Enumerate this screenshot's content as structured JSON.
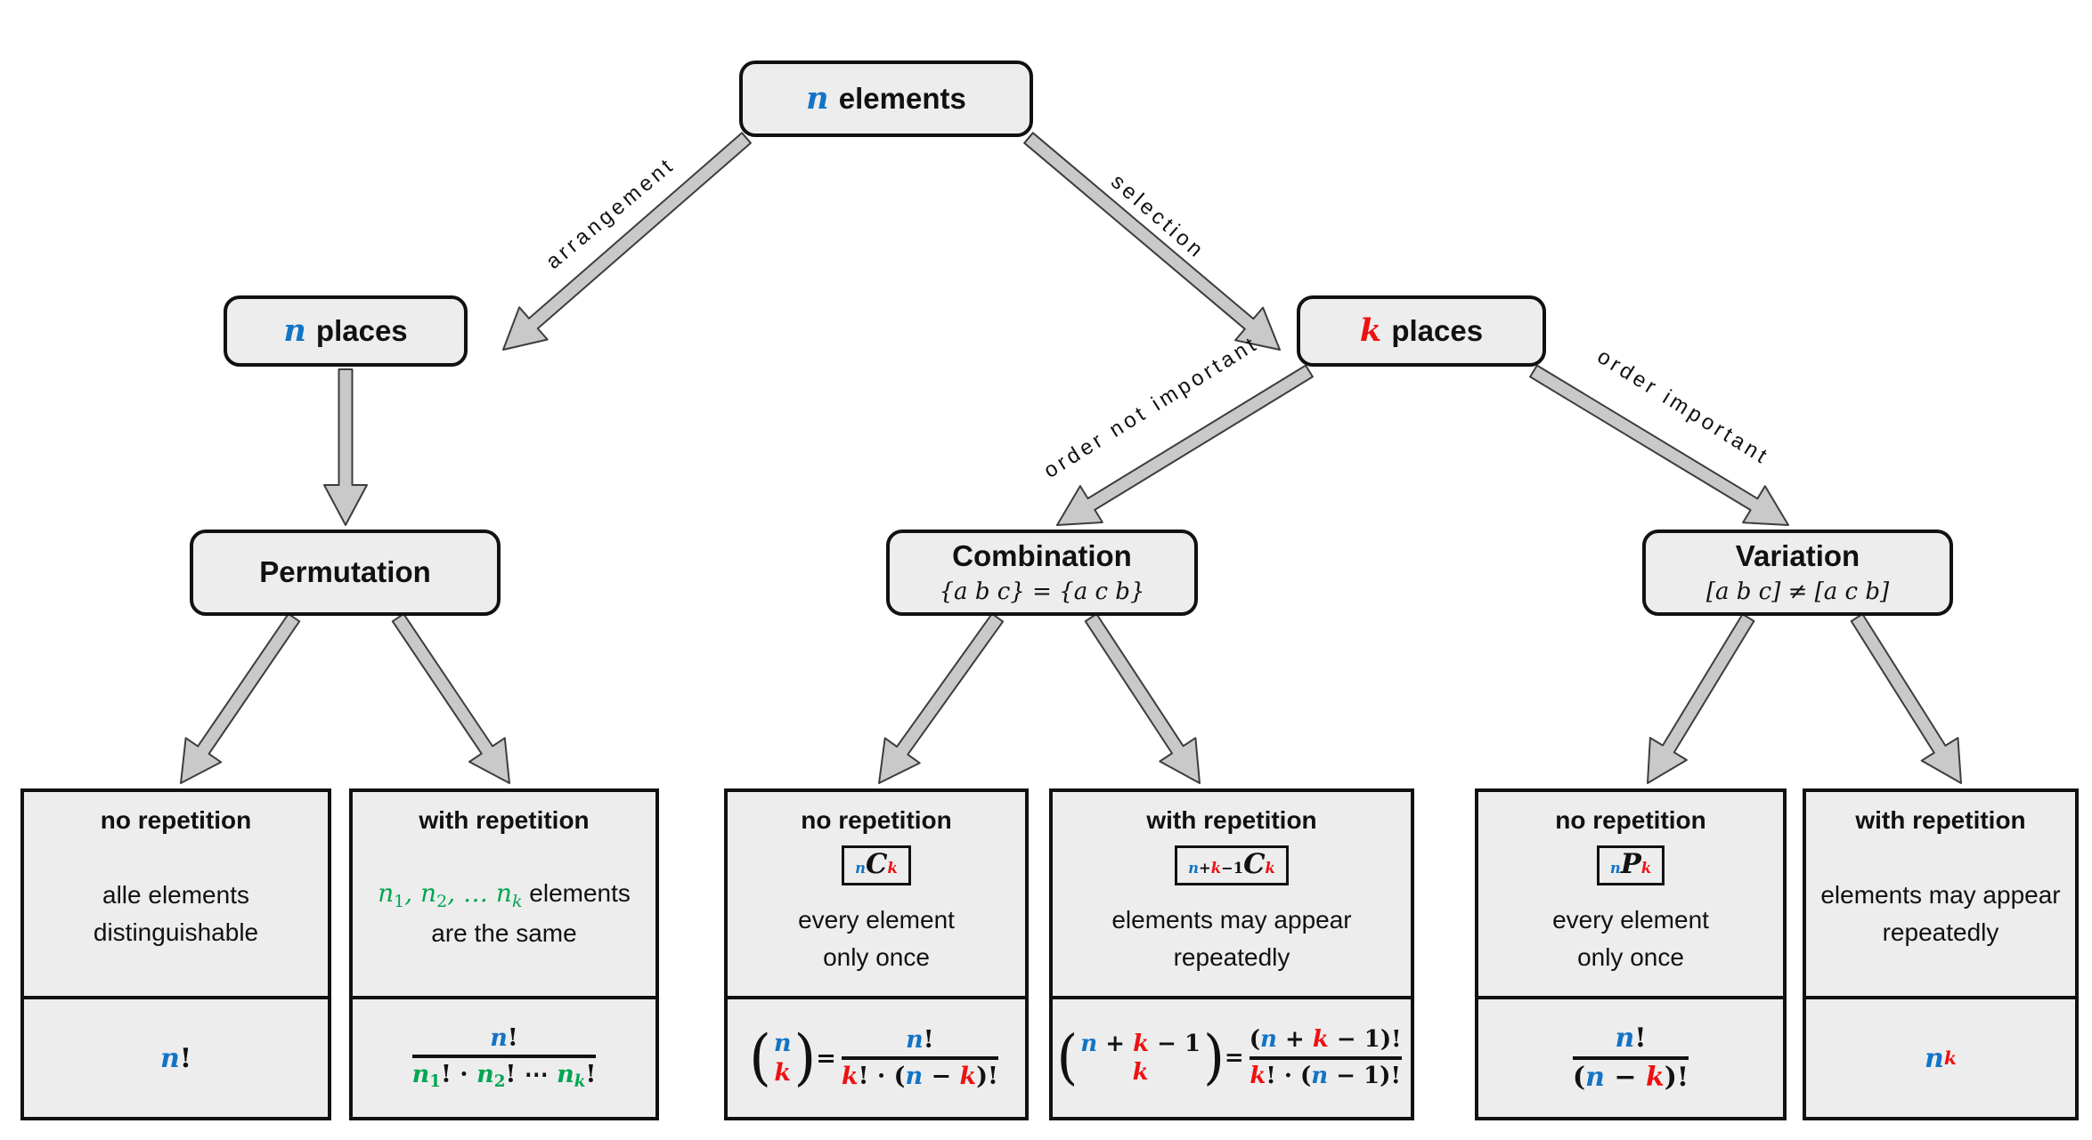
{
  "colors": {
    "blue": "#1274c6",
    "red": "#ee1111",
    "green": "#00a651",
    "box_fill": "#ededed",
    "box_border": "#111111",
    "arrow_fill": "#c9c9c9",
    "arrow_stroke": "#3d3d3d"
  },
  "nodes": {
    "n_elements": {
      "tokens": [
        {
          "s": "n",
          "m": 1,
          "c": "blue"
        },
        {
          "s": " elements"
        }
      ]
    },
    "n_places": {
      "tokens": [
        {
          "s": "n",
          "m": 1,
          "c": "blue"
        },
        {
          "s": " places"
        }
      ]
    },
    "k_places": {
      "tokens": [
        {
          "s": "k",
          "m": 1,
          "c": "red"
        },
        {
          "s": " places"
        }
      ]
    },
    "permutation": {
      "title": "Permutation"
    },
    "combination": {
      "title": "Combination",
      "subtitle": "{a b c} = {a c b}"
    },
    "variation": {
      "title": "Variation",
      "subtitle": "[a b c] ≠ [a c b]"
    }
  },
  "edge_labels": {
    "arrangement": "arrangement",
    "selection": "selection",
    "order_not_important": "order not important",
    "order_important": "order important"
  },
  "cards": [
    {
      "title": "no repetition",
      "desc": [
        [
          {
            "s": "alle elements"
          }
        ],
        [
          {
            "s": "distinguishable"
          }
        ]
      ],
      "formula": [
        {
          "s": "n",
          "m": 1,
          "c": "blue"
        },
        {
          "s": "!",
          "o": 1
        }
      ]
    },
    {
      "title": "with repetition",
      "desc": [
        [
          {
            "s": "n",
            "mn": 1,
            "c": "green"
          },
          {
            "t": "sub",
            "k": [
              {
                "s": "1",
                "mu": 1,
                "c": "green"
              }
            ]
          },
          {
            "s": ", ",
            "mn": 1,
            "c": "green"
          },
          {
            "s": "n",
            "mn": 1,
            "c": "green"
          },
          {
            "t": "sub",
            "k": [
              {
                "s": "2",
                "mu": 1,
                "c": "green"
              }
            ]
          },
          {
            "s": ", … ",
            "mn": 1,
            "c": "green"
          },
          {
            "s": "n",
            "mn": 1,
            "c": "green"
          },
          {
            "t": "sub",
            "k": [
              {
                "s": "k",
                "mn": 1,
                "c": "green"
              }
            ]
          },
          {
            "s": " elements"
          }
        ],
        [
          {
            "s": "are the same"
          }
        ]
      ],
      "formula": [
        {
          "t": "frac",
          "num": [
            {
              "s": "n",
              "m": 1,
              "c": "blue"
            },
            {
              "s": "!",
              "o": 1
            }
          ],
          "den": [
            {
              "s": "n",
              "m": 1,
              "c": "green"
            },
            {
              "t": "sub",
              "k": [
                {
                  "s": "1",
                  "o": 1,
                  "c": "green"
                }
              ]
            },
            {
              "s": "! · ",
              "o": 1
            },
            {
              "s": "n",
              "m": 1,
              "c": "green"
            },
            {
              "t": "sub",
              "k": [
                {
                  "s": "2",
                  "o": 1,
                  "c": "green"
                }
              ]
            },
            {
              "s": "! ⋯ ",
              "o": 1
            },
            {
              "s": "n",
              "m": 1,
              "c": "green"
            },
            {
              "t": "sub",
              "k": [
                {
                  "s": "k",
                  "m": 1,
                  "c": "green"
                }
              ]
            },
            {
              "s": "!",
              "o": 1
            }
          ]
        }
      ]
    },
    {
      "title": "no repetition",
      "badge": [
        {
          "t": "sub",
          "k": [
            {
              "s": "n",
              "m": 1,
              "c": "blue"
            }
          ]
        },
        {
          "s": "C",
          "m": 1,
          "cls": "tbig"
        },
        {
          "t": "sub",
          "k": [
            {
              "s": "k",
              "m": 1,
              "c": "red"
            }
          ]
        }
      ],
      "desc": [
        [
          {
            "s": "every element"
          }
        ],
        [
          {
            "s": "only once"
          }
        ]
      ],
      "formula": [
        {
          "t": "binom",
          "top": [
            {
              "s": "n",
              "m": 1,
              "c": "blue"
            }
          ],
          "bot": [
            {
              "s": "k",
              "m": 1,
              "c": "red"
            }
          ]
        },
        {
          "s": " = ",
          "o": 1
        },
        {
          "t": "frac",
          "num": [
            {
              "s": "n",
              "m": 1,
              "c": "blue"
            },
            {
              "s": "!",
              "o": 1
            }
          ],
          "den": [
            {
              "s": "k",
              "m": 1,
              "c": "red"
            },
            {
              "s": "! · (",
              "o": 1
            },
            {
              "s": "n",
              "m": 1,
              "c": "blue"
            },
            {
              "s": " − ",
              "o": 1
            },
            {
              "s": "k",
              "m": 1,
              "c": "red"
            },
            {
              "s": ")!",
              "o": 1
            }
          ]
        }
      ]
    },
    {
      "title": "with repetition",
      "badge": [
        {
          "t": "sub",
          "k": [
            {
              "s": "n",
              "m": 1,
              "c": "blue"
            },
            {
              "s": "+",
              "o": 1
            },
            {
              "s": "k",
              "m": 1,
              "c": "red"
            },
            {
              "s": "−1",
              "o": 1
            }
          ]
        },
        {
          "s": "C",
          "m": 1,
          "cls": "tbig"
        },
        {
          "t": "sub",
          "k": [
            {
              "s": "k",
              "m": 1,
              "c": "red"
            }
          ]
        }
      ],
      "desc": [
        [
          {
            "s": "elements may appear"
          }
        ],
        [
          {
            "s": "repeatedly"
          }
        ]
      ],
      "formula": [
        {
          "t": "binom",
          "top": [
            {
              "s": "n",
              "m": 1,
              "c": "blue"
            },
            {
              "s": " + ",
              "o": 1
            },
            {
              "s": "k",
              "m": 1,
              "c": "red"
            },
            {
              "s": " − 1",
              "o": 1
            }
          ],
          "bot": [
            {
              "s": "k",
              "m": 1,
              "c": "red"
            }
          ]
        },
        {
          "s": " = ",
          "o": 1
        },
        {
          "t": "frac",
          "num": [
            {
              "s": "(",
              "o": 1
            },
            {
              "s": "n",
              "m": 1,
              "c": "blue"
            },
            {
              "s": " + ",
              "o": 1
            },
            {
              "s": "k",
              "m": 1,
              "c": "red"
            },
            {
              "s": " − 1)!",
              "o": 1
            }
          ],
          "den": [
            {
              "s": "k",
              "m": 1,
              "c": "red"
            },
            {
              "s": "! · (",
              "o": 1
            },
            {
              "s": "n",
              "m": 1,
              "c": "blue"
            },
            {
              "s": " − 1)!",
              "o": 1
            }
          ]
        }
      ]
    },
    {
      "title": "no repetition",
      "badge": [
        {
          "t": "sub",
          "k": [
            {
              "s": "n",
              "m": 1,
              "c": "blue"
            }
          ]
        },
        {
          "s": "P",
          "m": 1,
          "cls": "tbig"
        },
        {
          "t": "sub",
          "k": [
            {
              "s": "k",
              "m": 1,
              "c": "red"
            }
          ]
        }
      ],
      "desc": [
        [
          {
            "s": "every element"
          }
        ],
        [
          {
            "s": "only once"
          }
        ]
      ],
      "formula": [
        {
          "t": "frac",
          "num": [
            {
              "s": "n",
              "m": 1,
              "c": "blue"
            },
            {
              "s": "!",
              "o": 1
            }
          ],
          "den": [
            {
              "s": "(",
              "o": 1
            },
            {
              "s": "n",
              "m": 1,
              "c": "blue"
            },
            {
              "s": " − ",
              "o": 1
            },
            {
              "s": "k",
              "m": 1,
              "c": "red"
            },
            {
              "s": ")!",
              "o": 1
            }
          ]
        }
      ]
    },
    {
      "title": "with repetition",
      "desc": [
        [
          {
            "s": "elements may appear"
          }
        ],
        [
          {
            "s": "repeatedly"
          }
        ]
      ],
      "formula": [
        {
          "s": "n",
          "m": 1,
          "c": "blue"
        },
        {
          "t": "sup",
          "k": [
            {
              "s": "k",
              "m": 1,
              "c": "red"
            }
          ]
        }
      ]
    }
  ]
}
